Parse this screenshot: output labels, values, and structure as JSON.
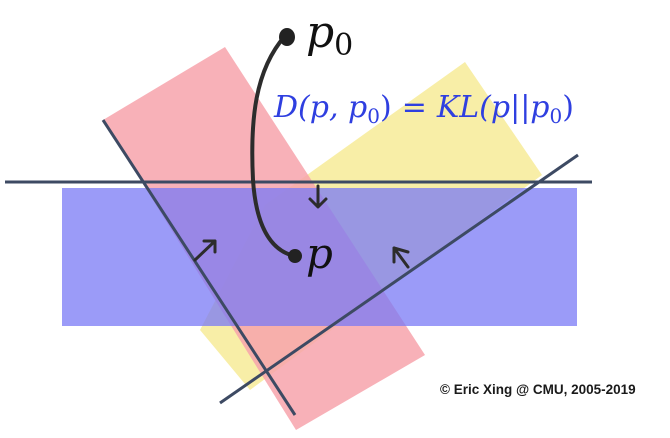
{
  "diagram": {
    "point_start": {
      "symbol": "p",
      "subscript": "0"
    },
    "point_end": {
      "symbol": "p"
    },
    "equation": {
      "lhs": "D(p, p",
      "lhs_sub": "0",
      "lhs_close": ")",
      "equals": "=",
      "rhs": "KL(p||p",
      "rhs_sub": "0",
      "rhs_close": ")"
    },
    "copyright": "© Eric Xing @ CMU, 2005-2019",
    "colors": {
      "pink_set": "#f7a3ab",
      "yellow_set": "#f8eda2",
      "blue_set": "#8f8ff8",
      "boundary_lines": "#3d4a63",
      "curve": "#2c2c2c",
      "equation": "#2f3fe0"
    }
  }
}
